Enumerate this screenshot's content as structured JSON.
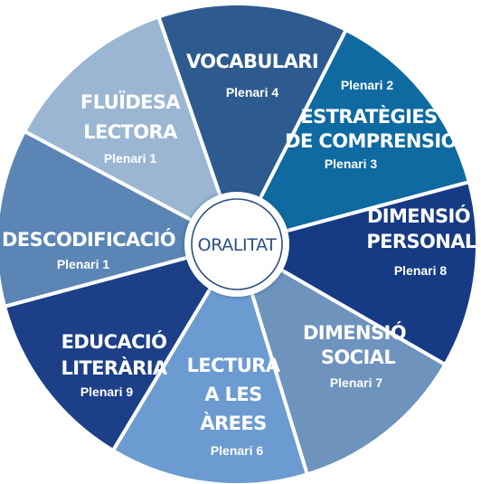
{
  "center": {
    "label": "ORALITAT"
  },
  "segments": [
    {
      "id": "vocabulari",
      "title": [
        "VOCABULARI"
      ],
      "subtitle": "Plenari 4",
      "color": "#2e5b8f"
    },
    {
      "id": "estrategies",
      "title": [
        "ESTRATÈGIES",
        "DE COMPRENSIÓ"
      ],
      "subtitle": "Plenari 3",
      "subtitle_top": "Plenari 2",
      "color": "#0e6aa0"
    },
    {
      "id": "dimensio-personal",
      "title": [
        "DIMENSIÓ",
        "PERSONAL"
      ],
      "subtitle": "Plenari 8",
      "color": "#173a84"
    },
    {
      "id": "dimensio-social",
      "title": [
        "DIMENSIÓ",
        "SOCIAL"
      ],
      "subtitle": "Plenari 7",
      "color": "#6e93bd"
    },
    {
      "id": "lectura-arees",
      "title": [
        "LECTURA",
        "A LES",
        "ÀREES"
      ],
      "subtitle": "Plenari 6",
      "color": "#6b9bd1"
    },
    {
      "id": "educacio-literaria",
      "title": [
        "EDUCACIÓ",
        "LITERÀRIA"
      ],
      "subtitle": "Plenari 9",
      "color": "#1c3f88"
    },
    {
      "id": "descodificacio",
      "title": [
        "DESCODIFICACIÓ"
      ],
      "subtitle": "Plenari 1",
      "color": "#5a85b5"
    },
    {
      "id": "fluidesa",
      "title": [
        "FLUÏDESA",
        "LECTORA"
      ],
      "subtitle": "Plenari 1",
      "color": "#9ab6d2"
    }
  ]
}
